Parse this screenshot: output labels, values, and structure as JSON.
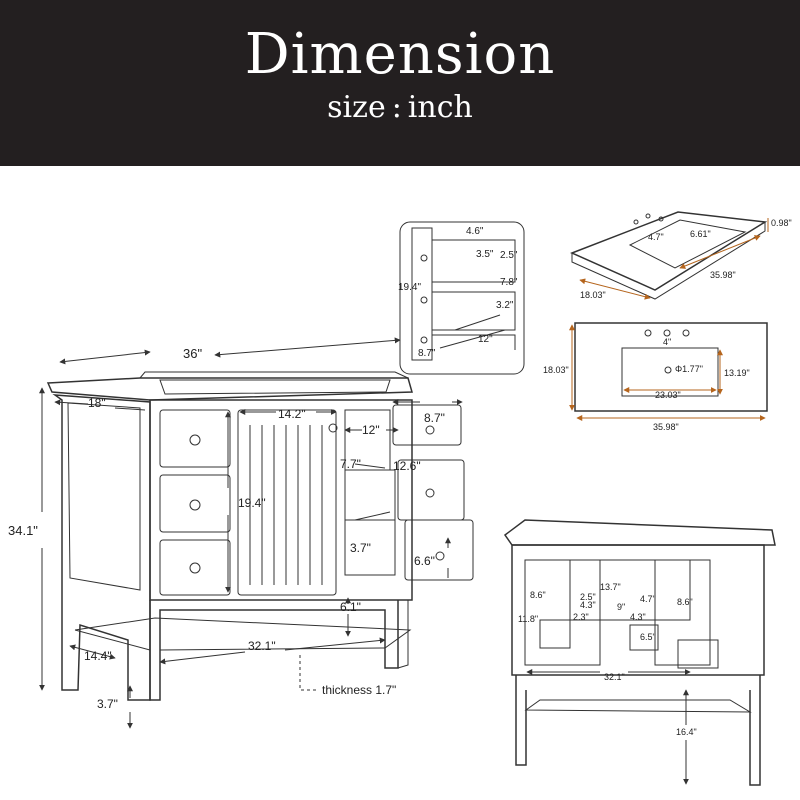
{
  "header": {
    "title": "Dimension",
    "subtitle": "size : inch",
    "background": "#231f20"
  },
  "accent_dimension_color": "#b5651d",
  "main_view": {
    "width": "36\"",
    "depth": "18\"",
    "height": "34.1\"",
    "door_width": "14.2\"",
    "door_height": "19.4\"",
    "drawer_front_width": "8.7\"",
    "drawer_depth": "12\"",
    "drawer_height_upper": "7.7\"",
    "drawer_side": "12.6\"",
    "drawer_inner": "3.7\"",
    "drawer_front_height": "6.6\"",
    "shelf_gap": "6.1\"",
    "shelf_depth": "14.4\"",
    "shelf_width": "32.1\"",
    "leg_height": "3.7\"",
    "thickness": "thickness 1.7\""
  },
  "drawer_inset": {
    "height": "19.4\"",
    "top_width": "4.6\"",
    "slot": "3.5\"",
    "slot_h": "2.5\"",
    "inner_h": "7.8\"",
    "rail": "3.2\"",
    "depth": "12\"",
    "front": "8.7\""
  },
  "sink_iso": {
    "depth": "18.03\"",
    "width": "35.98\"",
    "thickness": "0.98\"",
    "bowl_depth": "6.61\"",
    "hole": "4.7\""
  },
  "sink_top": {
    "depth": "18.03\"",
    "width": "35.98\"",
    "bowl_width": "23.03\"",
    "bowl_depth": "13.19\"",
    "drain": "Φ1.77\"",
    "spacing": "4\""
  },
  "back_view": {
    "left_gap": "8.6\"",
    "right_gap": "8.6\"",
    "opening": "13.7\"",
    "a": "2.5\"",
    "b": "4.3\"",
    "c": "9\"",
    "d": "4.3\"",
    "e": "4.7\"",
    "f": "2.3\"",
    "g": "6.5\"",
    "h": "11.8\"",
    "shelf": "32.1\"",
    "leg": "16.4\""
  }
}
